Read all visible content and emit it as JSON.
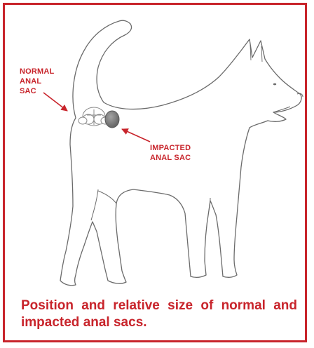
{
  "colors": {
    "accent": "#c8242b",
    "outline": "#6b6b6b",
    "impacted_sac_fill": "#7d7d7d"
  },
  "labels": {
    "normal": [
      "NORMAL",
      "ANAL",
      "SAC"
    ],
    "impacted": [
      "IMPACTED",
      "ANAL SAC"
    ]
  },
  "caption": "Position and relative size of normal and impacted anal sacs."
}
